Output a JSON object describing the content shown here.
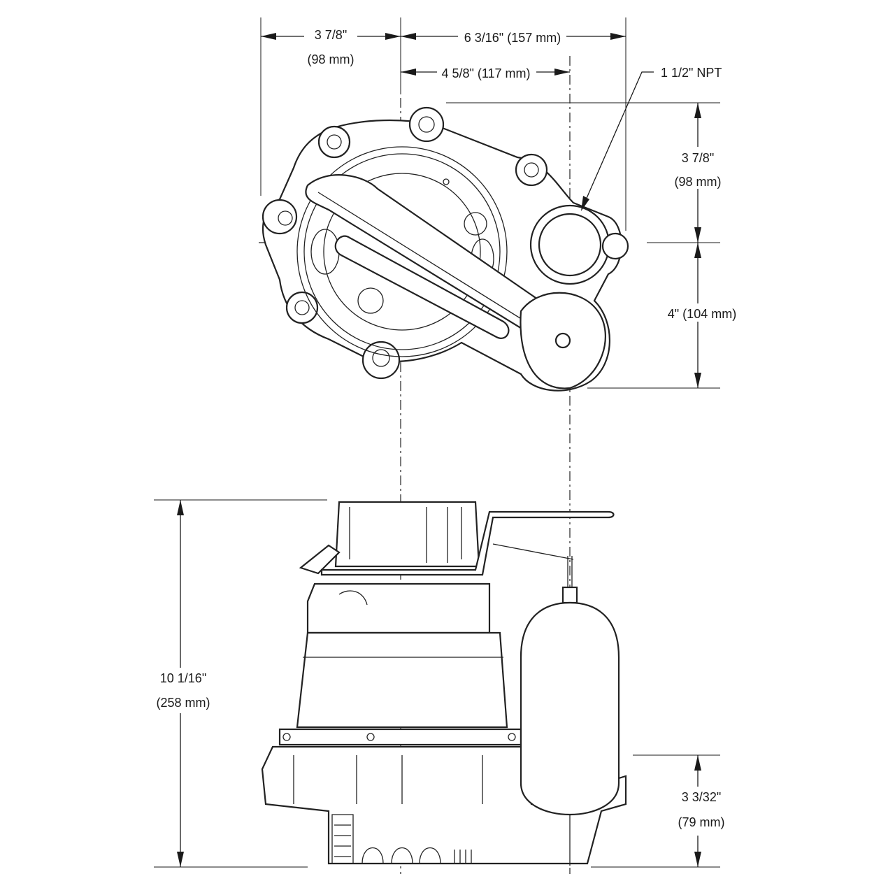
{
  "dimensions": {
    "top_left_width": {
      "imperial": "3 7/8\"",
      "metric": "(98 mm)"
    },
    "top_total_width": {
      "label": "6 3/16\" (157 mm)"
    },
    "top_outlet_offset": {
      "label": "4 5/8\" (117 mm)"
    },
    "outlet_thread": {
      "label": "1 1/2\" NPT"
    },
    "right_upper_depth": {
      "imperial": "3 7/8\"",
      "metric": "(98 mm)"
    },
    "right_lower_depth": {
      "label": "4\" (104 mm)"
    },
    "overall_height": {
      "imperial": "10 1/16\"",
      "metric": "(258 mm)"
    },
    "float_height": {
      "imperial": "3 3/32\"",
      "metric": "(79 mm)"
    }
  },
  "colors": {
    "line": "#1a1a1a",
    "background": "#ffffff"
  }
}
